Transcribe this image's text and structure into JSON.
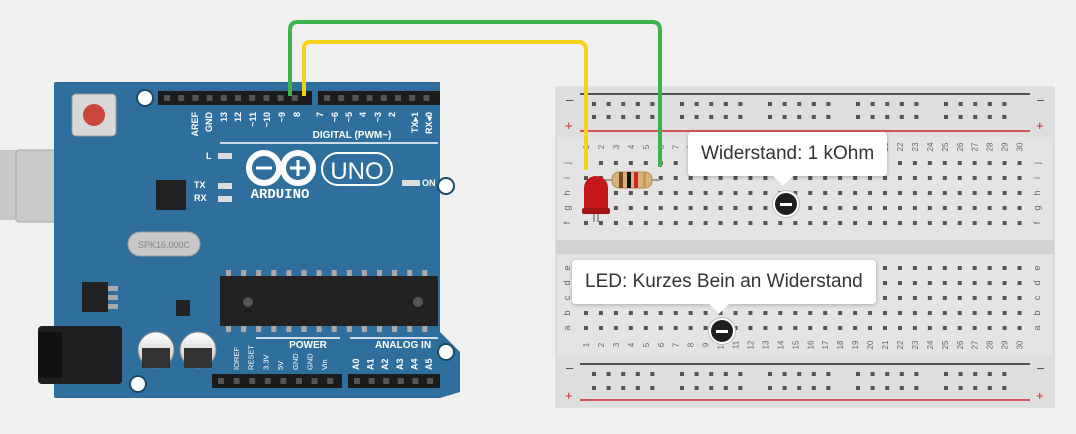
{
  "arduino": {
    "brand": "ARDUINO",
    "model": "UNO",
    "digital_label": "DIGITAL (PWM~)",
    "digital_pins": [
      "AREF",
      "GND",
      "13",
      "12",
      "~11",
      "~10",
      "~9",
      "8",
      "7",
      "~6",
      "~5",
      "4",
      "~3",
      "2",
      "TX▸1",
      "RX◂0"
    ],
    "power_label": "POWER",
    "power_pins": [
      "IOREF",
      "RESET",
      "3.3V",
      "5V",
      "GND",
      "GND",
      "Vin"
    ],
    "analog_label": "ANALOG IN",
    "analog_pins": [
      "A0",
      "A1",
      "A2",
      "A3",
      "A4",
      "A5"
    ],
    "led_labels": [
      "L",
      "TX",
      "RX",
      "ON"
    ],
    "crystal_text": "SPK16.000C",
    "color": "#2f6f9e"
  },
  "breadboard": {
    "column_numbers": [
      "1",
      "2",
      "3",
      "4",
      "5",
      "6",
      "7",
      "8",
      "9",
      "10",
      "11",
      "12",
      "13",
      "14",
      "15",
      "16",
      "17",
      "18",
      "19",
      "20",
      "21",
      "22",
      "23",
      "24",
      "25",
      "26",
      "27",
      "28",
      "29",
      "30"
    ],
    "top_rows": [
      "j",
      "i",
      "h",
      "g",
      "f"
    ],
    "bottom_rows": [
      "e",
      "d",
      "c",
      "b",
      "a"
    ],
    "rail_minus": "–",
    "rail_plus": "+"
  },
  "wires": [
    {
      "name": "green",
      "color": "#3cb44b"
    },
    {
      "name": "yellow",
      "color": "#f2d21b"
    }
  ],
  "led_color": "#c4171a",
  "tooltips": {
    "resistor": "Widerstand: 1 kOhm",
    "led": "LED: Kurzes Bein an Widerstand"
  }
}
